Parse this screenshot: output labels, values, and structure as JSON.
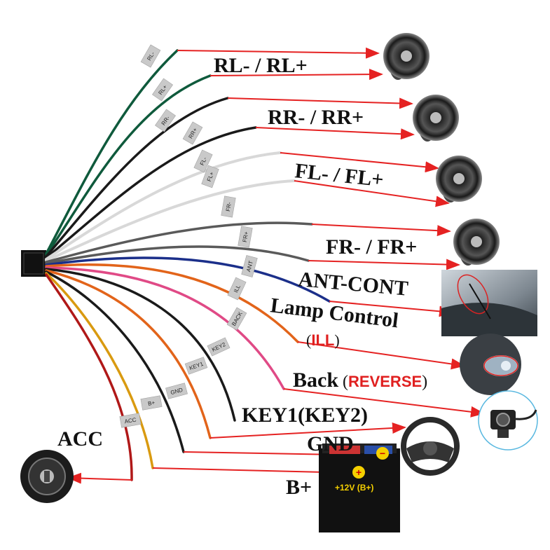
{
  "labels": {
    "rl": "RL- / RL+",
    "rr": "RR- / RR+",
    "fl": "FL- / FL+",
    "fr": "FR- / FR+",
    "ant": "ANT-CONT",
    "lamp": "Lamp Control",
    "ill_open": "(",
    "ill": "ILL",
    "ill_close": ")",
    "back": "Back",
    "reverse_open": "(",
    "reverse": "REVERSE",
    "reverse_close": ")",
    "key": "KEY1(KEY2)",
    "gnd": "GND",
    "acc": "ACC",
    "bplus": "B+"
  },
  "battery": {
    "label": "+12V (B+)",
    "plus": "+",
    "minus": "−"
  },
  "wire_tags": [
    "RL-",
    "RL+",
    "RR-",
    "RR+",
    "FL-",
    "FL+",
    "FR-",
    "FR+",
    "ANT",
    "ILL",
    "BACK",
    "KEY2",
    "KEY1",
    "GND",
    "B+",
    "ACC"
  ],
  "colors": {
    "arrow": "#e52222",
    "rl": "#0f5a3c",
    "rr": "#1a1a1a",
    "fl": "#d8d8d8",
    "fr": "#5a5a5a",
    "ant": "#1b2f8a",
    "lamp": "#e2641a",
    "back": "#e04a86",
    "key": "#1a1a1a",
    "gnd": "#1a1a1a",
    "bplus": "#d99a10",
    "acc": "#b01818",
    "orange2": "#e2641a",
    "red_text": "#e02020"
  },
  "icons": [
    "speaker",
    "speaker",
    "speaker",
    "speaker",
    "car-antenna-photo",
    "headlight-photo",
    "rear-camera",
    "steering-wheel",
    "car-battery",
    "ignition-switch"
  ]
}
